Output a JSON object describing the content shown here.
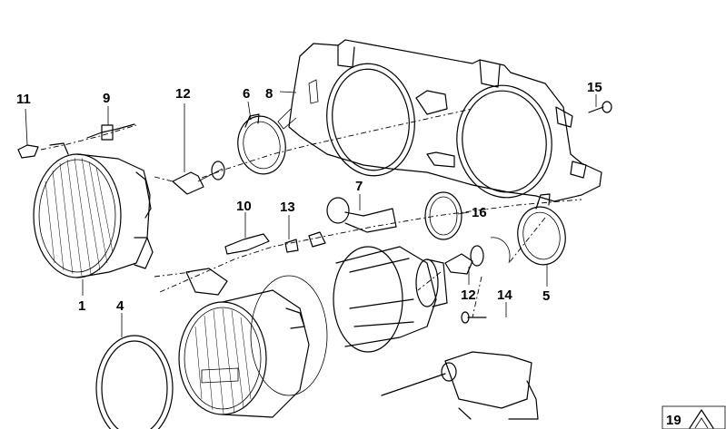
{
  "callouts": [
    {
      "id": "1",
      "text": "1"
    },
    {
      "id": "4",
      "text": "4"
    },
    {
      "id": "5",
      "text": "5"
    },
    {
      "id": "6",
      "text": "6"
    },
    {
      "id": "7",
      "text": "7"
    },
    {
      "id": "8",
      "text": "8"
    },
    {
      "id": "9",
      "text": "9"
    },
    {
      "id": "10",
      "text": "10"
    },
    {
      "id": "11",
      "text": "11"
    },
    {
      "id": "12a",
      "text": "12"
    },
    {
      "id": "12b",
      "text": "12"
    },
    {
      "id": "13",
      "text": "13"
    },
    {
      "id": "14",
      "text": "14"
    },
    {
      "id": "15",
      "text": "15"
    },
    {
      "id": "16",
      "text": "16"
    },
    {
      "id": "19",
      "text": "19"
    }
  ]
}
